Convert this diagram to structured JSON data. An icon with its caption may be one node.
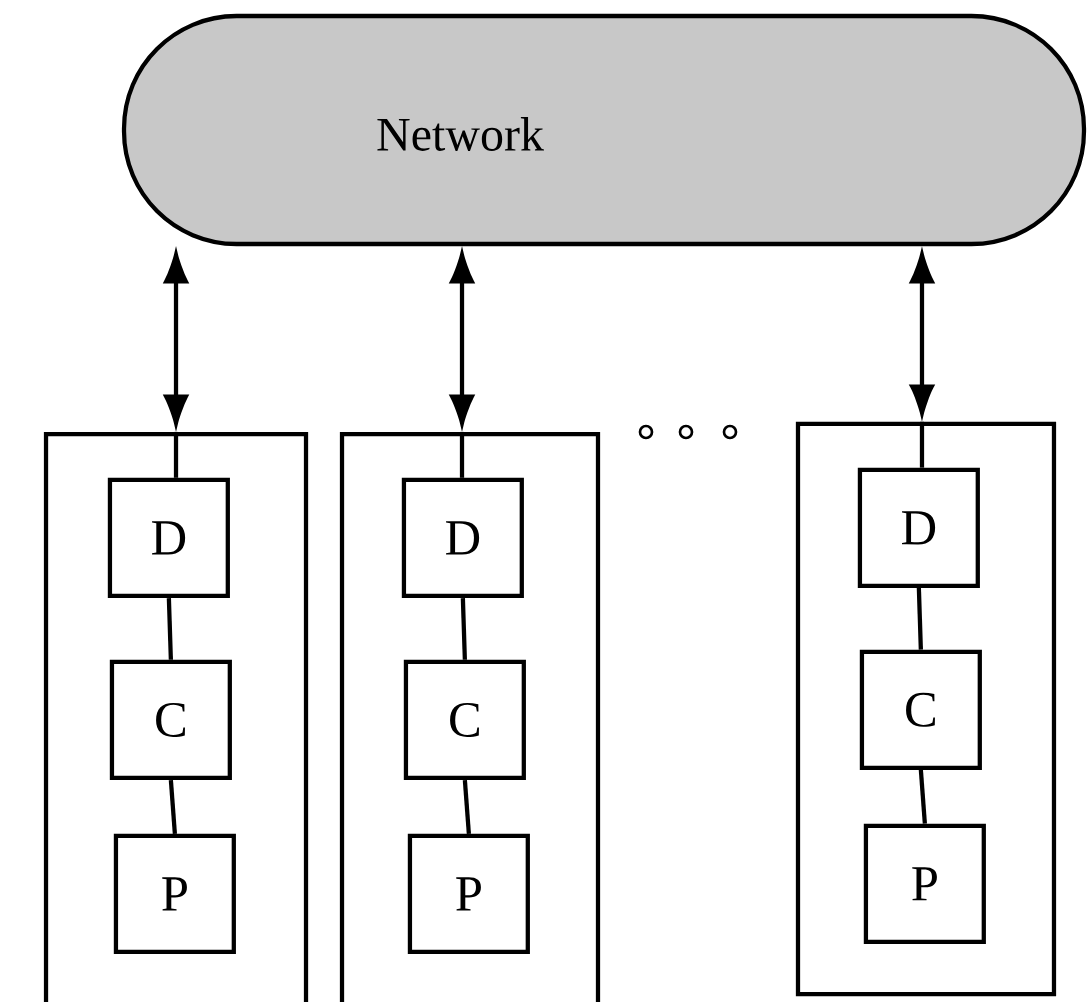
{
  "diagram": {
    "nodes": [
      {
        "text": [
          "Network"
        ]
      },
      {
        "text": [],
        "shape": "box"
      },
      {
        "text": [
          "D"
        ],
        "in": 1
      },
      {
        "text": [
          "C"
        ],
        "in": 1
      },
      {
        "text": [
          "P"
        ],
        "in": 1
      },
      {
        "text": [],
        "shape": "box"
      },
      {
        "text": [
          "D"
        ],
        "in": 5
      },
      {
        "text": [
          "C"
        ],
        "in": 5
      },
      {
        "text": [
          "P"
        ],
        "in": 5
      },
      {
        "text": [],
        "shape": "box"
      },
      {
        "text": [
          "D"
        ],
        "in": 9
      },
      {
        "text": [
          "C"
        ],
        "in": 9
      },
      {
        "text": [
          "P"
        ],
        "in": 9
      }
    ],
    "edges": [
      {
        "from": 0,
        "to": 1,
        "arrow": "both"
      },
      {
        "from": 1,
        "to": 2,
        "arrow": "none"
      },
      {
        "from": 2,
        "to": 3,
        "arrow": "none"
      },
      {
        "from": 3,
        "to": 4,
        "arrow": "none"
      },
      {
        "from": 0,
        "to": 5,
        "arrow": "both"
      },
      {
        "from": 5,
        "to": 6,
        "arrow": "none"
      },
      {
        "from": 6,
        "to": 7,
        "arrow": "none"
      },
      {
        "from": 7,
        "to": 8,
        "arrow": "none"
      },
      {
        "from": 0,
        "to": 9,
        "arrow": "both"
      },
      {
        "from": 9,
        "to": 10,
        "arrow": "none"
      },
      {
        "from": 10,
        "to": 11,
        "arrow": "none"
      },
      {
        "from": 11,
        "to": 12,
        "arrow": "none"
      }
    ]
  }
}
